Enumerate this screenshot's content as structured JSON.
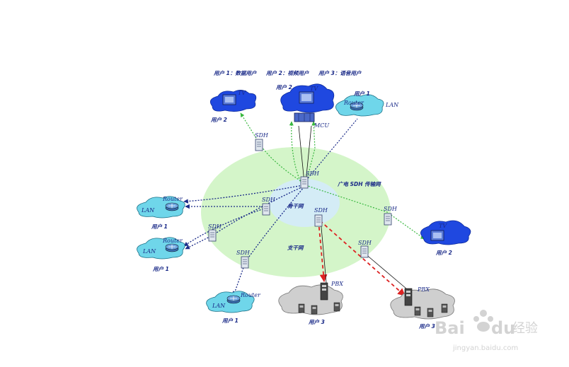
{
  "legend": {
    "user1": "用户 1：数据用户",
    "user2": "用户 2：视频用户",
    "user3": "用户 3：语音用户"
  },
  "rings": {
    "outer": "广电 SDH 传输网",
    "backbone": "骨干网",
    "branch": "支干网"
  },
  "labels": {
    "sdh": "SDH",
    "tv": "TV",
    "mcu": "MCU",
    "lan": "LAN",
    "router": "Router",
    "pbx": "PBX",
    "user1": "用户 1",
    "user2": "用户 2",
    "user3": "用户 3"
  },
  "watermark": {
    "brand_left": "Bai",
    "brand_right": "du",
    "brand_cn": "经验",
    "url": "jingyan.baidu.com"
  },
  "colors": {
    "ring_outer": "#d4f5c9",
    "ring_inner": "#d4ecf6",
    "video_cloud": "#1f48e0",
    "lan_cloud": "#6fd6ea",
    "pbx_cloud": "#cfcfcf",
    "link_green": "#3ab840",
    "link_blue": "#1a2a88",
    "link_red": "#dd2222",
    "label": "#1a2a88"
  }
}
